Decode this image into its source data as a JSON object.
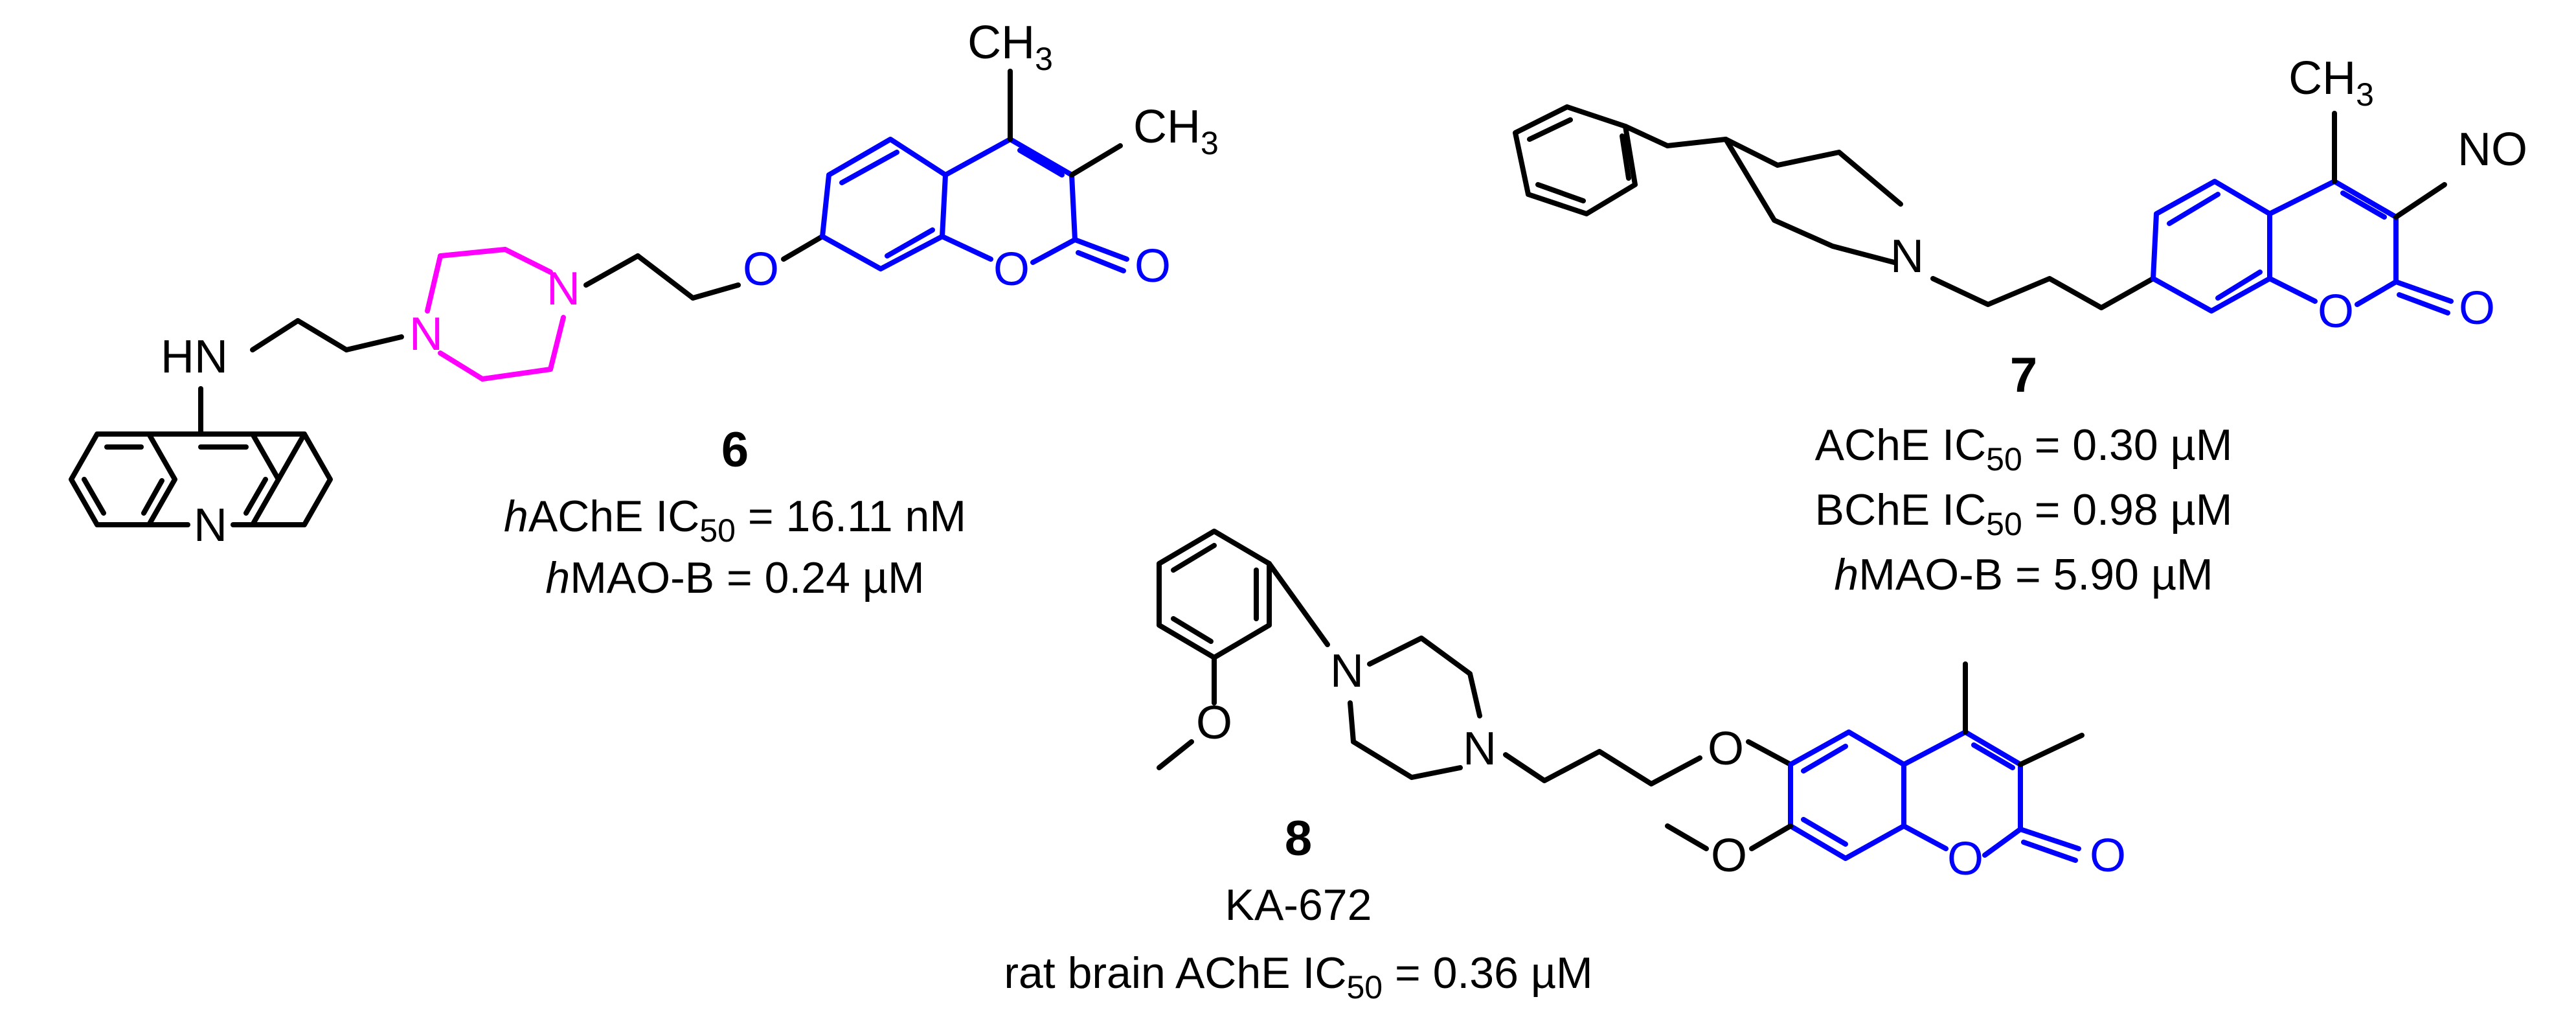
{
  "colors": {
    "black": "#000000",
    "blue": "#0000ff",
    "magenta": "#ff00ff"
  },
  "compound6": {
    "id": "6",
    "atoms": {
      "hn": "HN",
      "n_ring": "N",
      "n_pip1": "N",
      "n_pip2": "N",
      "o_ether": "O",
      "o_ring": "O",
      "o_carbonyl": "O",
      "ch3": "CH",
      "ch3_sub": "3"
    },
    "act1": {
      "prefix": "h",
      "label": "AChE IC",
      "sub": "50",
      "value": " = 16.11 nM"
    },
    "act2": {
      "prefix": "h",
      "label": "MAO-B = 0.24 µM"
    }
  },
  "compound7": {
    "id": "7",
    "atoms": {
      "n_pip": "N",
      "o_ring": "O",
      "o_carbonyl": "O",
      "nitroso": "NO",
      "ch3": "CH",
      "ch3_sub": "3"
    },
    "act1": {
      "label": "AChE IC",
      "sub": "50",
      "value": " = 0.30 µM"
    },
    "act2": {
      "label": "BChE IC",
      "sub": "50",
      "value": " = 0.98 µM"
    },
    "act3": {
      "prefix": "h",
      "label": "MAO-B = 5.90 µM"
    }
  },
  "compound8": {
    "id": "8",
    "name": "KA-672",
    "atoms": {
      "o_methoxy1": "O",
      "n1": "N",
      "n2": "N",
      "o_ether": "O",
      "o_methoxy2": "O",
      "o_ring": "O",
      "o_carbonyl": "O"
    },
    "act1": {
      "label": "rat brain AChE IC",
      "sub": "50",
      "value": " = 0.36 µM"
    }
  }
}
